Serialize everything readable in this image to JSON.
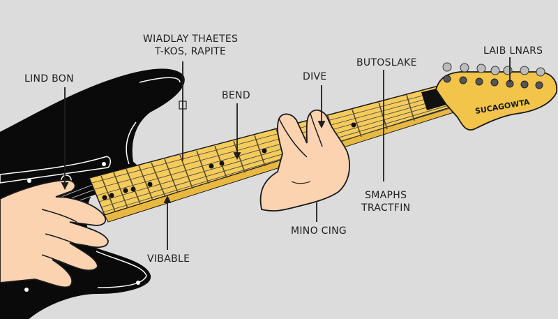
{
  "diagram": {
    "subject": "electric guitar playing technique",
    "colors": {
      "background": "#dcdcdc",
      "body": "#0a0a0a",
      "fretboard": "#f5cc5c",
      "headstock": "#f2c44a",
      "skin": "#fcd3b0",
      "outline": "#1a1a1a",
      "label_text": "#1e1e1e"
    },
    "headstock_brand": "SUCAGOWTA",
    "labels": [
      {
        "id": "lind-bon",
        "text": "LIND BON"
      },
      {
        "id": "top-center",
        "line1": "WIADLAY THAETES",
        "line2": "T-KOS, RAPITE"
      },
      {
        "id": "bend",
        "text": "BEND"
      },
      {
        "id": "dive",
        "text": "DIVE"
      },
      {
        "id": "butoslake",
        "text": "BUTOSLAKE"
      },
      {
        "id": "laib-lnars",
        "text": "LAIB LNARS"
      },
      {
        "id": "smaphs",
        "line1": "SMAPHS",
        "line2": "TRACTFIN"
      },
      {
        "id": "mino-cing",
        "text": "MINO CING"
      },
      {
        "id": "vibable",
        "text": "VIBABLE"
      }
    ]
  }
}
